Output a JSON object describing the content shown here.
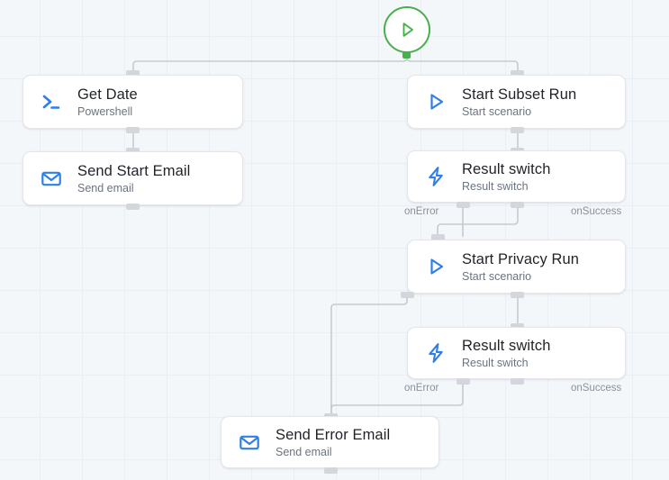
{
  "canvas": {
    "background_color": "#f4f7fa",
    "grid_color": "#eaeff5",
    "grid_size": 47
  },
  "palette": {
    "node_bg": "#ffffff",
    "node_border": "#e3e6ea",
    "title_color": "#1f2328",
    "subtitle_color": "#6b7480",
    "icon_blue": "#2e7fe8",
    "start_green": "#46b14b",
    "edge_color": "#c6cacf",
    "port_color": "#d3d6da",
    "edge_label_color": "#8a919b"
  },
  "start_node": {
    "icon": "play-triangle-icon",
    "color": "#46b14b"
  },
  "nodes": [
    {
      "id": "get-date",
      "title": "Get Date",
      "subtitle": "Powershell",
      "icon": "terminal-prompt-icon"
    },
    {
      "id": "send-start-email",
      "title": "Send Start Email",
      "subtitle": "Send email",
      "icon": "envelope-icon"
    },
    {
      "id": "start-subset-run",
      "title": "Start Subset Run",
      "subtitle": "Start scenario",
      "icon": "play-triangle-icon"
    },
    {
      "id": "result-switch-1",
      "title": "Result switch",
      "subtitle": "Result switch",
      "icon": "lightning-bolt-icon"
    },
    {
      "id": "start-privacy-run",
      "title": "Start Privacy Run",
      "subtitle": "Start scenario",
      "icon": "play-triangle-icon"
    },
    {
      "id": "result-switch-2",
      "title": "Result switch",
      "subtitle": "Result switch",
      "icon": "lightning-bolt-icon"
    },
    {
      "id": "send-error-email",
      "title": "Send Error Email",
      "subtitle": "Send email",
      "icon": "envelope-icon"
    }
  ],
  "edge_labels": {
    "switch1_on_error": "onError",
    "switch1_on_success": "onSuccess",
    "switch2_on_error": "onError",
    "switch2_on_success": "onSuccess"
  }
}
